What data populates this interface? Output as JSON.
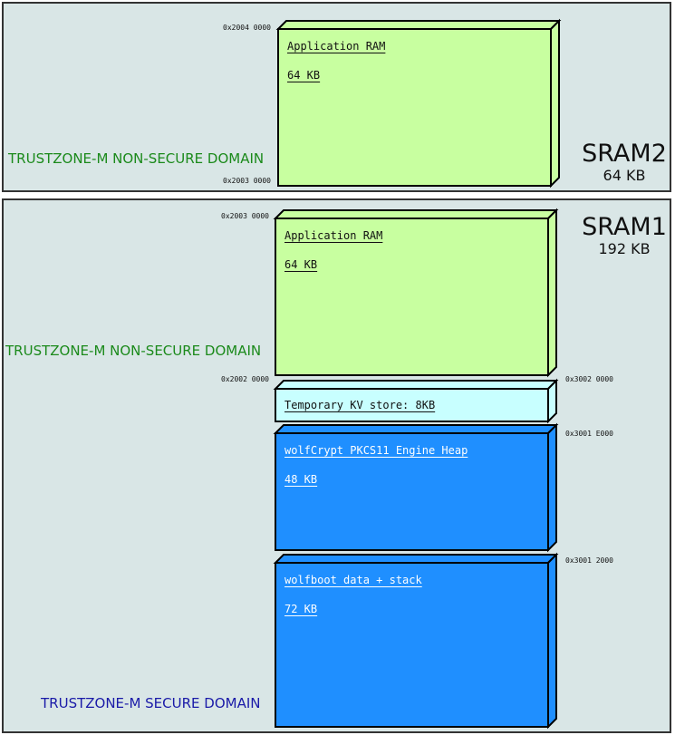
{
  "colors": {
    "non_secure_text": "#1b8a1b",
    "secure_text": "#1a1aa8",
    "app_ram_fill": "#c8ffa0",
    "kv_fill": "#c8ffff",
    "secure_fill": "#1f8fff"
  },
  "sram2": {
    "name": "SRAM2",
    "size": "64 KB",
    "domain_label": "TRUSTZONE-M NON-SECURE DOMAIN",
    "addr_top": "0x2004 0000",
    "addr_bottom": "0x2003 0000",
    "block": {
      "title": "Application RAM",
      "size": "64 KB"
    }
  },
  "sram1": {
    "name": "SRAM1",
    "size": "192 KB",
    "non_secure_label": "TRUSTZONE-M NON-SECURE DOMAIN",
    "secure_label": "TRUSTZONE-M SECURE DOMAIN",
    "addr_top": "0x2003 0000",
    "addr_mid": "0x2002 0000",
    "addr_kv": "0x3002 0000",
    "addr_heap": "0x3001 E000",
    "addr_boot": "0x3001 2000",
    "app_block": {
      "title": "Application RAM",
      "size": "64 KB"
    },
    "kv_block": {
      "title": "Temporary KV store: 8KB"
    },
    "heap_block": {
      "title": "wolfCrypt PKCS11 Engine Heap",
      "size": "48 KB"
    },
    "boot_block": {
      "title": "wolfboot data + stack",
      "size": "72 KB"
    }
  }
}
